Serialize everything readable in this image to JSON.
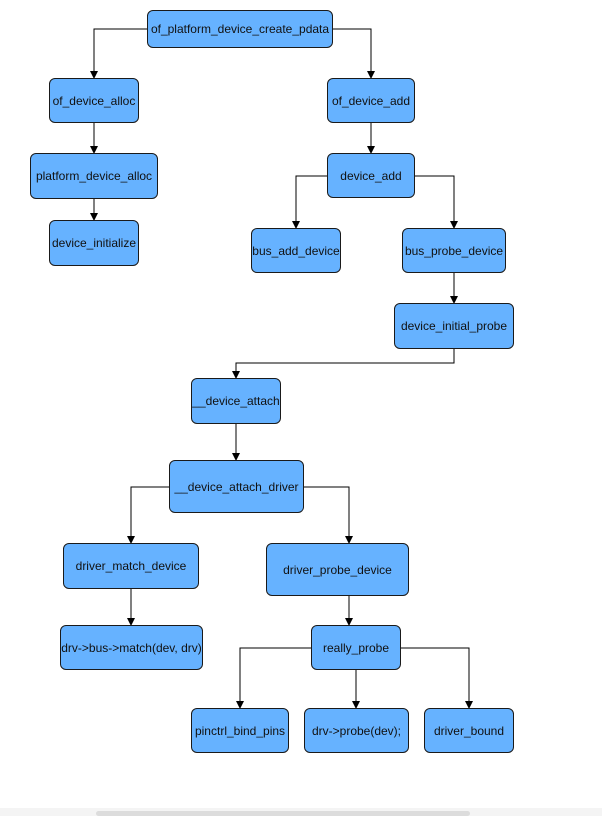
{
  "diagram": {
    "nodes": [
      {
        "id": "of_platform_device_create_pdata",
        "label": "of_platform_device_create_pdata"
      },
      {
        "id": "of_device_alloc",
        "label": "of_device_alloc"
      },
      {
        "id": "of_device_add",
        "label": "of_device_add"
      },
      {
        "id": "platform_device_alloc",
        "label": "platform_device_alloc"
      },
      {
        "id": "device_add",
        "label": "device_add"
      },
      {
        "id": "device_initialize",
        "label": "device_initialize"
      },
      {
        "id": "bus_add_device",
        "label": "bus_add_device"
      },
      {
        "id": "bus_probe_device",
        "label": "bus_probe_device"
      },
      {
        "id": "device_initial_probe",
        "label": "device_initial_probe"
      },
      {
        "id": "__device_attach",
        "label": "__device_attach"
      },
      {
        "id": "__device_attach_driver",
        "label": "__device_attach_driver"
      },
      {
        "id": "driver_match_device",
        "label": "driver_match_device"
      },
      {
        "id": "driver_probe_device",
        "label": "driver_probe_device"
      },
      {
        "id": "bus_match",
        "label": "drv->bus->match(dev, drv)"
      },
      {
        "id": "really_probe",
        "label": "really_probe"
      },
      {
        "id": "pinctrl_bind_pins",
        "label": "pinctrl_bind_pins"
      },
      {
        "id": "drv_probe",
        "label": "drv->probe(dev);"
      },
      {
        "id": "driver_bound",
        "label": "driver_bound"
      }
    ],
    "edges": [
      {
        "from": "of_platform_device_create_pdata",
        "to": "of_device_alloc"
      },
      {
        "from": "of_platform_device_create_pdata",
        "to": "of_device_add"
      },
      {
        "from": "of_device_alloc",
        "to": "platform_device_alloc"
      },
      {
        "from": "platform_device_alloc",
        "to": "device_initialize"
      },
      {
        "from": "of_device_add",
        "to": "device_add"
      },
      {
        "from": "device_add",
        "to": "bus_add_device"
      },
      {
        "from": "device_add",
        "to": "bus_probe_device"
      },
      {
        "from": "bus_probe_device",
        "to": "device_initial_probe"
      },
      {
        "from": "device_initial_probe",
        "to": "__device_attach"
      },
      {
        "from": "__device_attach",
        "to": "__device_attach_driver"
      },
      {
        "from": "__device_attach_driver",
        "to": "driver_match_device"
      },
      {
        "from": "__device_attach_driver",
        "to": "driver_probe_device"
      },
      {
        "from": "driver_match_device",
        "to": "bus_match"
      },
      {
        "from": "driver_probe_device",
        "to": "really_probe"
      },
      {
        "from": "really_probe",
        "to": "pinctrl_bind_pins"
      },
      {
        "from": "really_probe",
        "to": "drv_probe"
      },
      {
        "from": "really_probe",
        "to": "driver_bound"
      }
    ]
  },
  "colors": {
    "node_fill": "#66b2ff",
    "node_border": "#1a1a1a",
    "edge": "#000000"
  }
}
